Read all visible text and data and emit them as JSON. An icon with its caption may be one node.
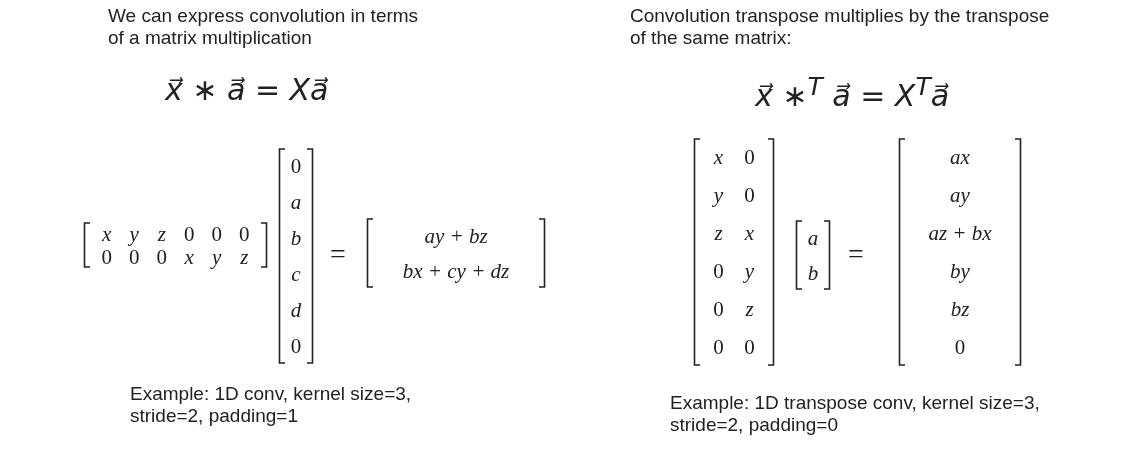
{
  "diagram": {
    "labels": [
      "We can express convolution in terms of a matrix multiplication",
      "x⃗ ∗ a⃗ = Xa⃗",
      "x",
      "y",
      "z",
      "0",
      "0",
      "0",
      "0",
      "0",
      "0",
      "x",
      "y",
      "z",
      "0",
      "a",
      "b",
      "c",
      "d",
      "0",
      "=",
      "ay + bz",
      "bx + cy + dz",
      "Example: 1D conv, kernel size=3, stride=2, padding=1",
      "Convolution transpose multiplies by the transpose of the same matrix:",
      "x⃗ ∗$^{T}$ a⃗ = X$^{T}$a⃗",
      "x",
      "0",
      "y",
      "0",
      "z",
      "x",
      "0",
      "y",
      "0",
      "z",
      "0",
      "0",
      "a",
      "b",
      "=",
      "ax",
      "ay",
      "az + bx",
      "by",
      "bz",
      "0",
      "Example: 1D transpose conv, kernel size=3, stride=2, padding=0"
    ]
  }
}
